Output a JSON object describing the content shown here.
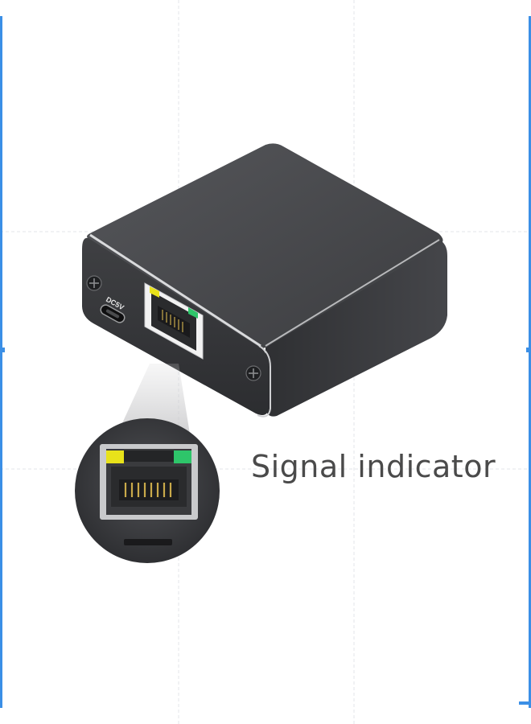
{
  "product": {
    "port_label": "DC5V",
    "callout_text": "Signal indicator"
  },
  "colors": {
    "body_dark": "#3a3b3e",
    "body_top": "#4b4c4f",
    "trim_silver": "#d9dadc",
    "led_yellow": "#e8e21a",
    "led_green": "#2ec56a",
    "guide_lines": "#e3e6ea",
    "edge_markers": "#3b8fe6",
    "callout_text": "#4a4a4a"
  },
  "icons": [
    "screw-icon",
    "usb-c-port",
    "rj45-port",
    "signal-led-yellow",
    "signal-led-green"
  ]
}
